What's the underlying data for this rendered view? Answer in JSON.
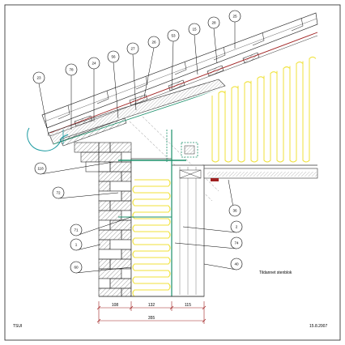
{
  "drawing": {
    "caption": "Tildannet stenblok",
    "office": "TSUI",
    "date": "15.8.2007"
  },
  "callouts": [
    {
      "id": "c23",
      "text": "23"
    },
    {
      "id": "c78",
      "text": "78"
    },
    {
      "id": "c24",
      "text": "24"
    },
    {
      "id": "c56",
      "text": "56"
    },
    {
      "id": "c27",
      "text": "27"
    },
    {
      "id": "c26",
      "text": "26"
    },
    {
      "id": "c53",
      "text": "53"
    },
    {
      "id": "c15",
      "text": "15"
    },
    {
      "id": "c28",
      "text": "28"
    },
    {
      "id": "c25",
      "text": "25"
    },
    {
      "id": "c118",
      "text": "118"
    },
    {
      "id": "c72",
      "text": "72"
    },
    {
      "id": "c36",
      "text": "36"
    },
    {
      "id": "c71",
      "text": "71"
    },
    {
      "id": "c2",
      "text": "2"
    },
    {
      "id": "c1",
      "text": "1"
    },
    {
      "id": "c74",
      "text": "74"
    },
    {
      "id": "c60",
      "text": "60"
    },
    {
      "id": "c40",
      "text": "40"
    }
  ],
  "dimensions": {
    "segments": [
      "108",
      "132",
      "115"
    ],
    "total": "355"
  },
  "colors": {
    "insulation": "#f0e23a",
    "vapour_barrier": "#1a8f6a",
    "membrane": "#2a7fb0",
    "roof_underlay": "#a02020",
    "gutter": "#1a9aa0"
  }
}
